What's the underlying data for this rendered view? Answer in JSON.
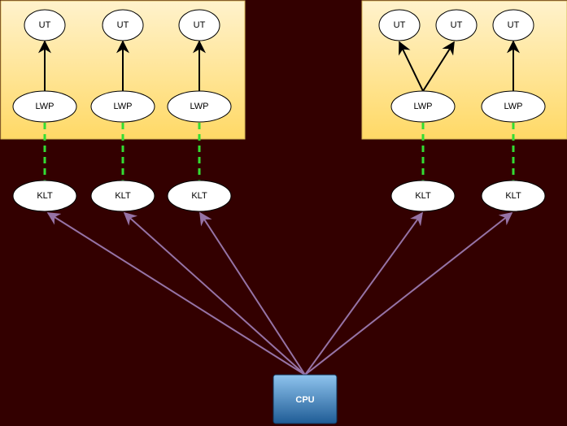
{
  "labels": {
    "ut": "UT",
    "lwp": "LWP",
    "klt": "KLT",
    "cpu": "CPU"
  },
  "colors": {
    "background": "#330000",
    "process_top": "#fff2cc",
    "process_bottom": "#ffd966",
    "process_border": "#d6b656",
    "lwp_klt_link": "#33dd33",
    "cpu_link": "#9673a6",
    "cpu_top": "#8fc4ee",
    "cpu_bottom": "#1f5c96"
  },
  "diagram": {
    "processes": [
      {
        "id": "process-1",
        "lwps": [
          {
            "id": "lwp-1",
            "uts": [
              "ut-1"
            ],
            "klt": "klt-1"
          },
          {
            "id": "lwp-2",
            "uts": [
              "ut-2"
            ],
            "klt": "klt-2"
          },
          {
            "id": "lwp-3",
            "uts": [
              "ut-3"
            ],
            "klt": "klt-3"
          }
        ]
      },
      {
        "id": "process-2",
        "lwps": [
          {
            "id": "lwp-4",
            "uts": [
              "ut-4",
              "ut-5"
            ],
            "klt": "klt-4"
          },
          {
            "id": "lwp-5",
            "uts": [
              "ut-6"
            ],
            "klt": "klt-5"
          }
        ]
      }
    ],
    "cpu_targets": [
      "klt-1",
      "klt-2",
      "klt-3",
      "klt-4",
      "klt-5"
    ]
  }
}
